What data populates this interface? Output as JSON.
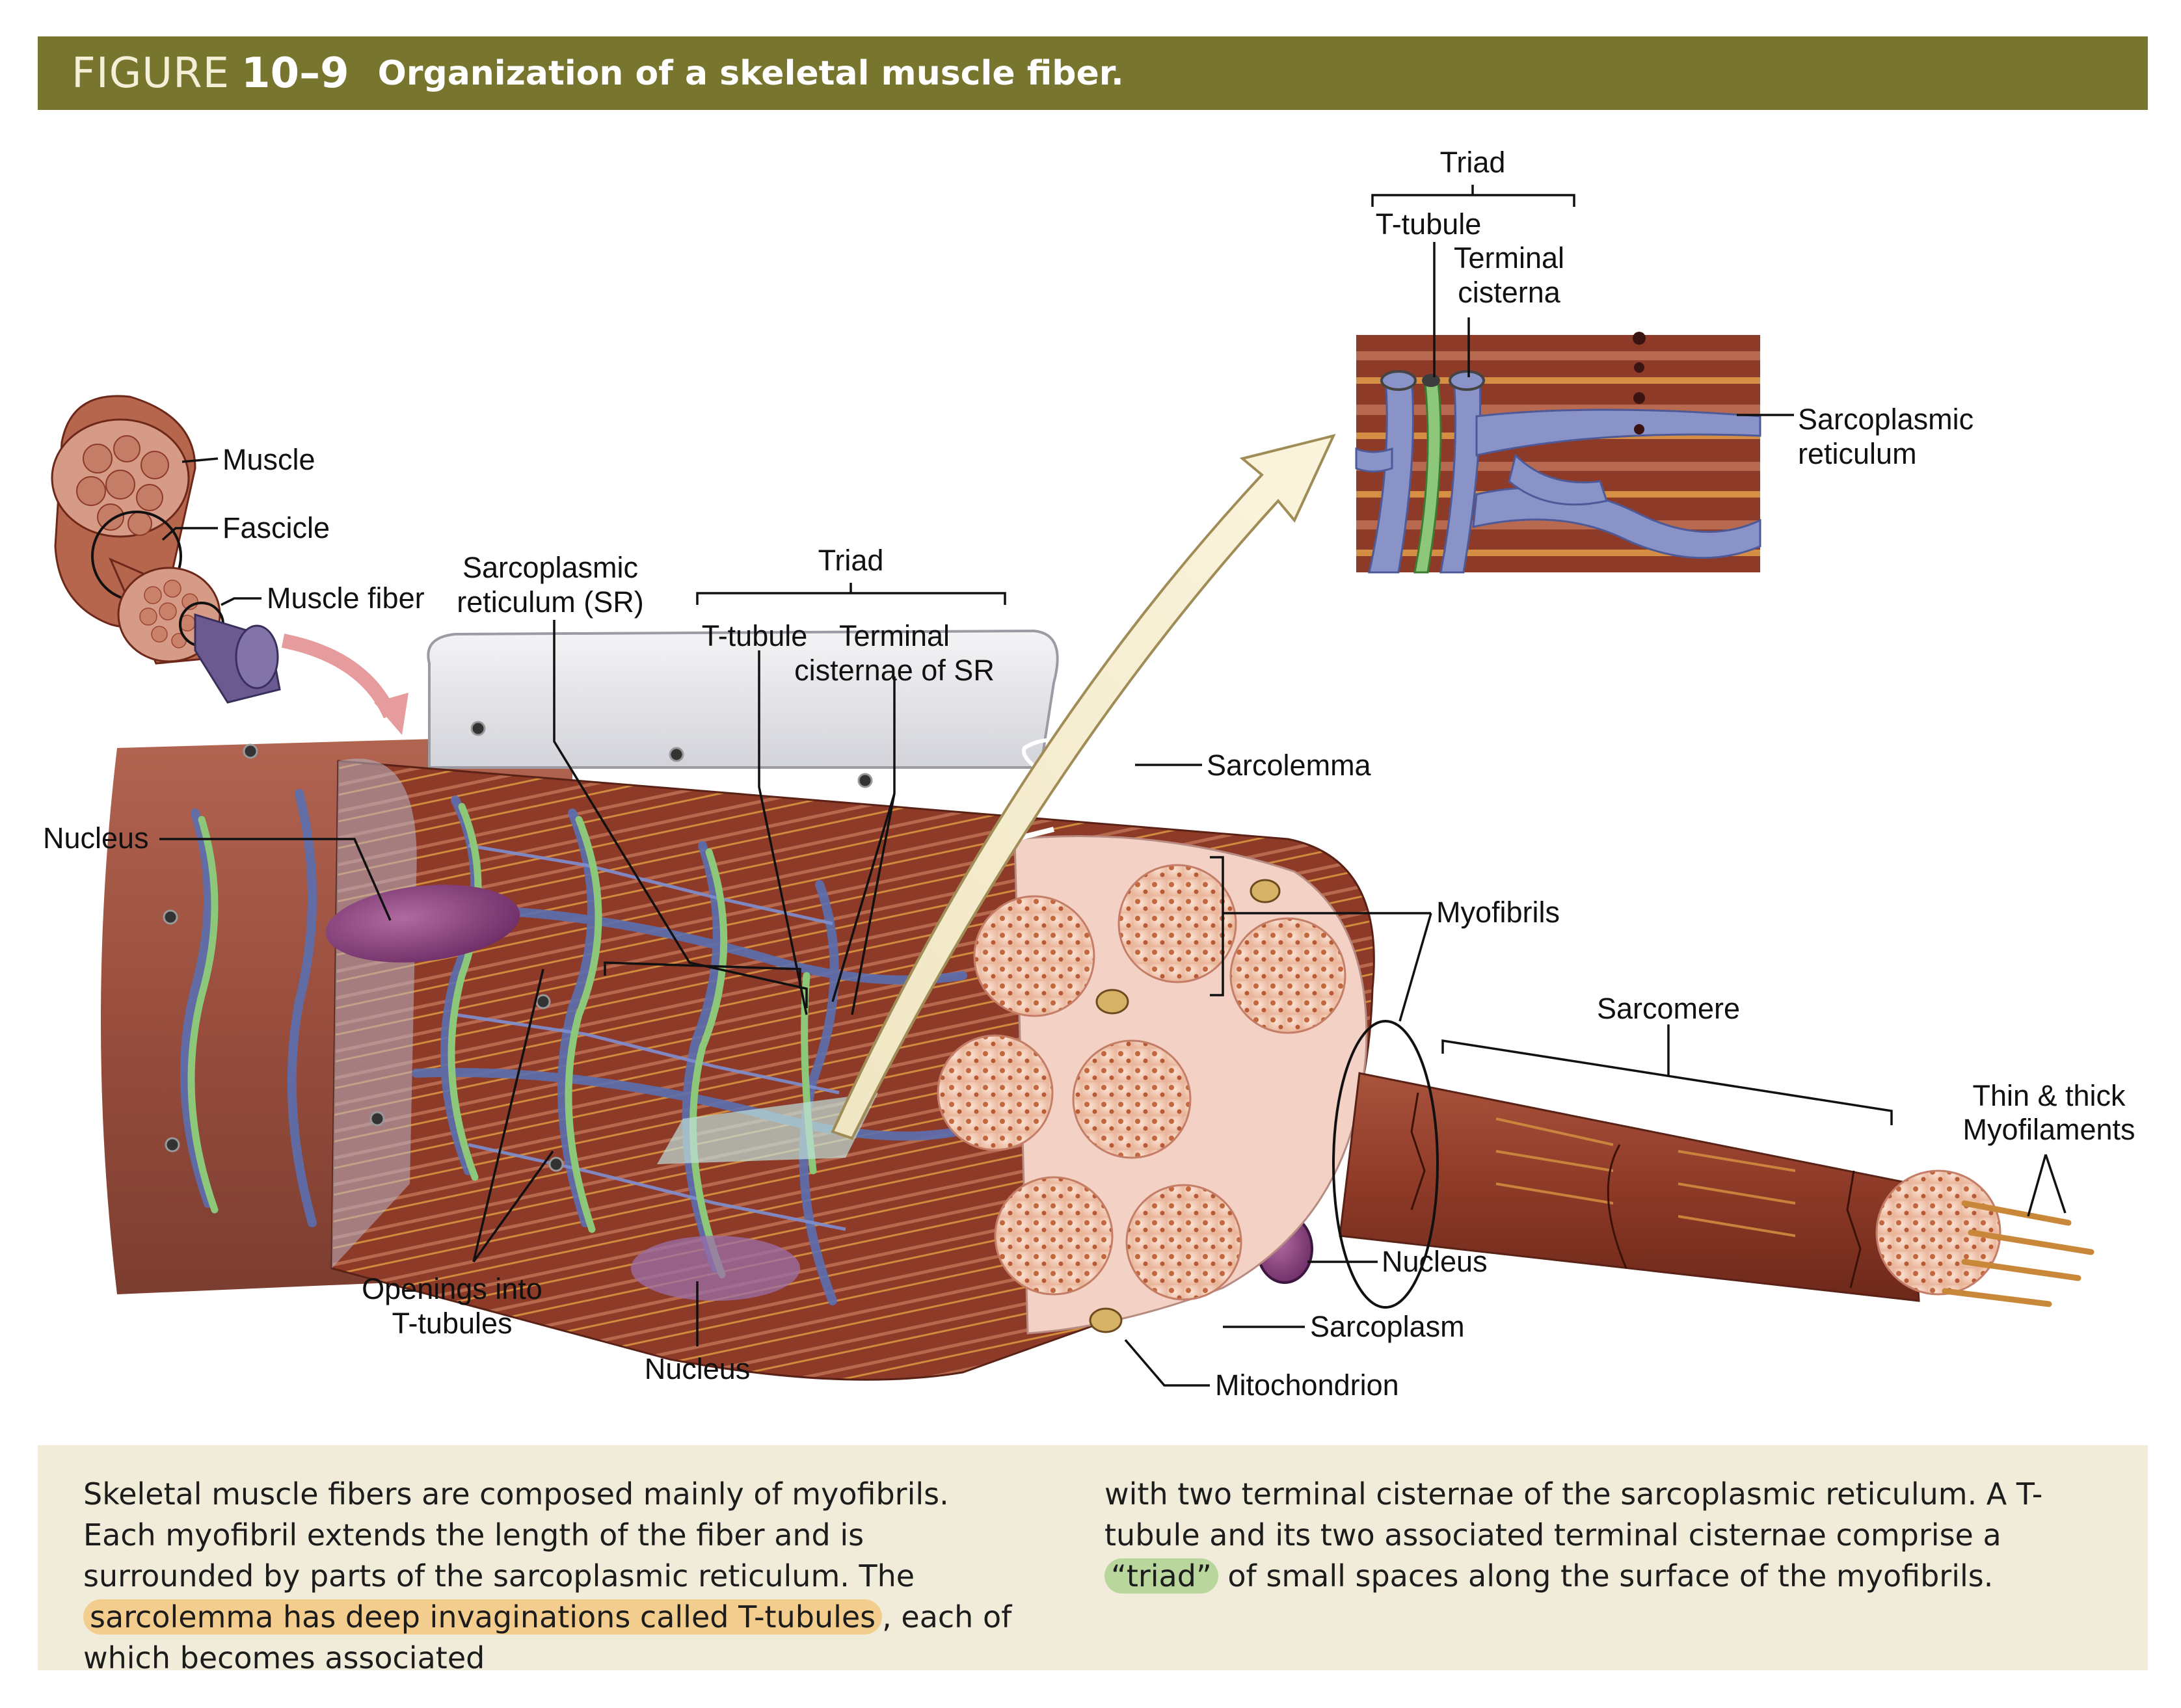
{
  "figure": {
    "word": "FIGURE",
    "number": "10–9",
    "title": "Organization of a skeletal muscle fiber."
  },
  "labels": {
    "muscle": "Muscle",
    "fascicle": "Fascicle",
    "muscle_fiber": "Muscle fiber",
    "sr_line1": "Sarcoplasmic",
    "sr_line2": "reticulum (SR)",
    "triad_main": "Triad",
    "t_tubule_main": "T-tubule",
    "terminal_line1": "Terminal",
    "terminal_line2": "cisternae of SR",
    "sarcolemma": "Sarcolemma",
    "nucleus_left": "Nucleus",
    "myofibrils": "Myofibrils",
    "sarcomere": "Sarcomere",
    "thin_thick_line1": "Thin & thick",
    "thin_thick_line2": "Myofilaments",
    "nucleus_right": "Nucleus",
    "sarcoplasm": "Sarcoplasm",
    "mitochondrion": "Mitochondrion",
    "openings_line1": "Openings into",
    "openings_line2": "T-tubules",
    "nucleus_bottom": "Nucleus",
    "inset_triad": "Triad",
    "inset_t_tubule": "T-tubule",
    "inset_terminal_line1": "Terminal",
    "inset_terminal_line2": "cisterna",
    "inset_sr_line1": "Sarcoplasmic",
    "inset_sr_line2": "reticulum"
  },
  "caption": {
    "left_part1": "Skeletal muscle fibers are composed mainly of myofibrils. Each myofibril extends the length of the fiber and is surrounded by parts of the sarcoplasmic reticulum. The ",
    "left_highlight": "sarcolemma has deep invaginations called T-tubules",
    "left_part2": ", each of which becomes associated",
    "right_part1": "with two terminal cisternae of the sarcoplasmic reticulum. A T-tubule and its two associated terminal cisternae comprise a ",
    "right_highlight": "“triad”",
    "right_part2": " of small spaces along the surface of the myofibrils."
  },
  "colors": {
    "title_bar": "#77752e",
    "muscle_red": "#8e3a28",
    "sr_blue": "#5b6fb0",
    "t_tubule_green": "#8cc77a",
    "myofibril_pink": "#f2c9b4",
    "caption_bg": "#f1ecd9",
    "highlight_orange": "#f3cd8e",
    "highlight_green": "#b9d79c"
  }
}
